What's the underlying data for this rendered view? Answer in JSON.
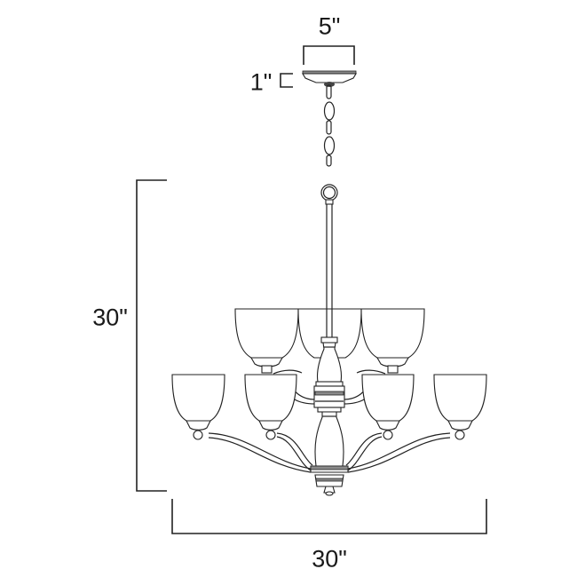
{
  "diagram": {
    "type": "technical dimension drawing",
    "subject": "9-light two-tier chandelier with bell glass shades",
    "dimensions": {
      "canopy_width": "5\"",
      "canopy_height": "1\"",
      "overall_height": "30\"",
      "overall_width": "30\""
    },
    "components": {
      "canopy": "ceiling canopy",
      "chain": "suspension chain",
      "loop": "hanging ring",
      "rod": "center stem",
      "upper_tier_shades": 3,
      "lower_tier_shades": 4,
      "total_shades_visible": 7
    },
    "colors": {
      "line": "#222222",
      "background": "#ffffff",
      "accent_fill": "#8a8a8a"
    }
  }
}
